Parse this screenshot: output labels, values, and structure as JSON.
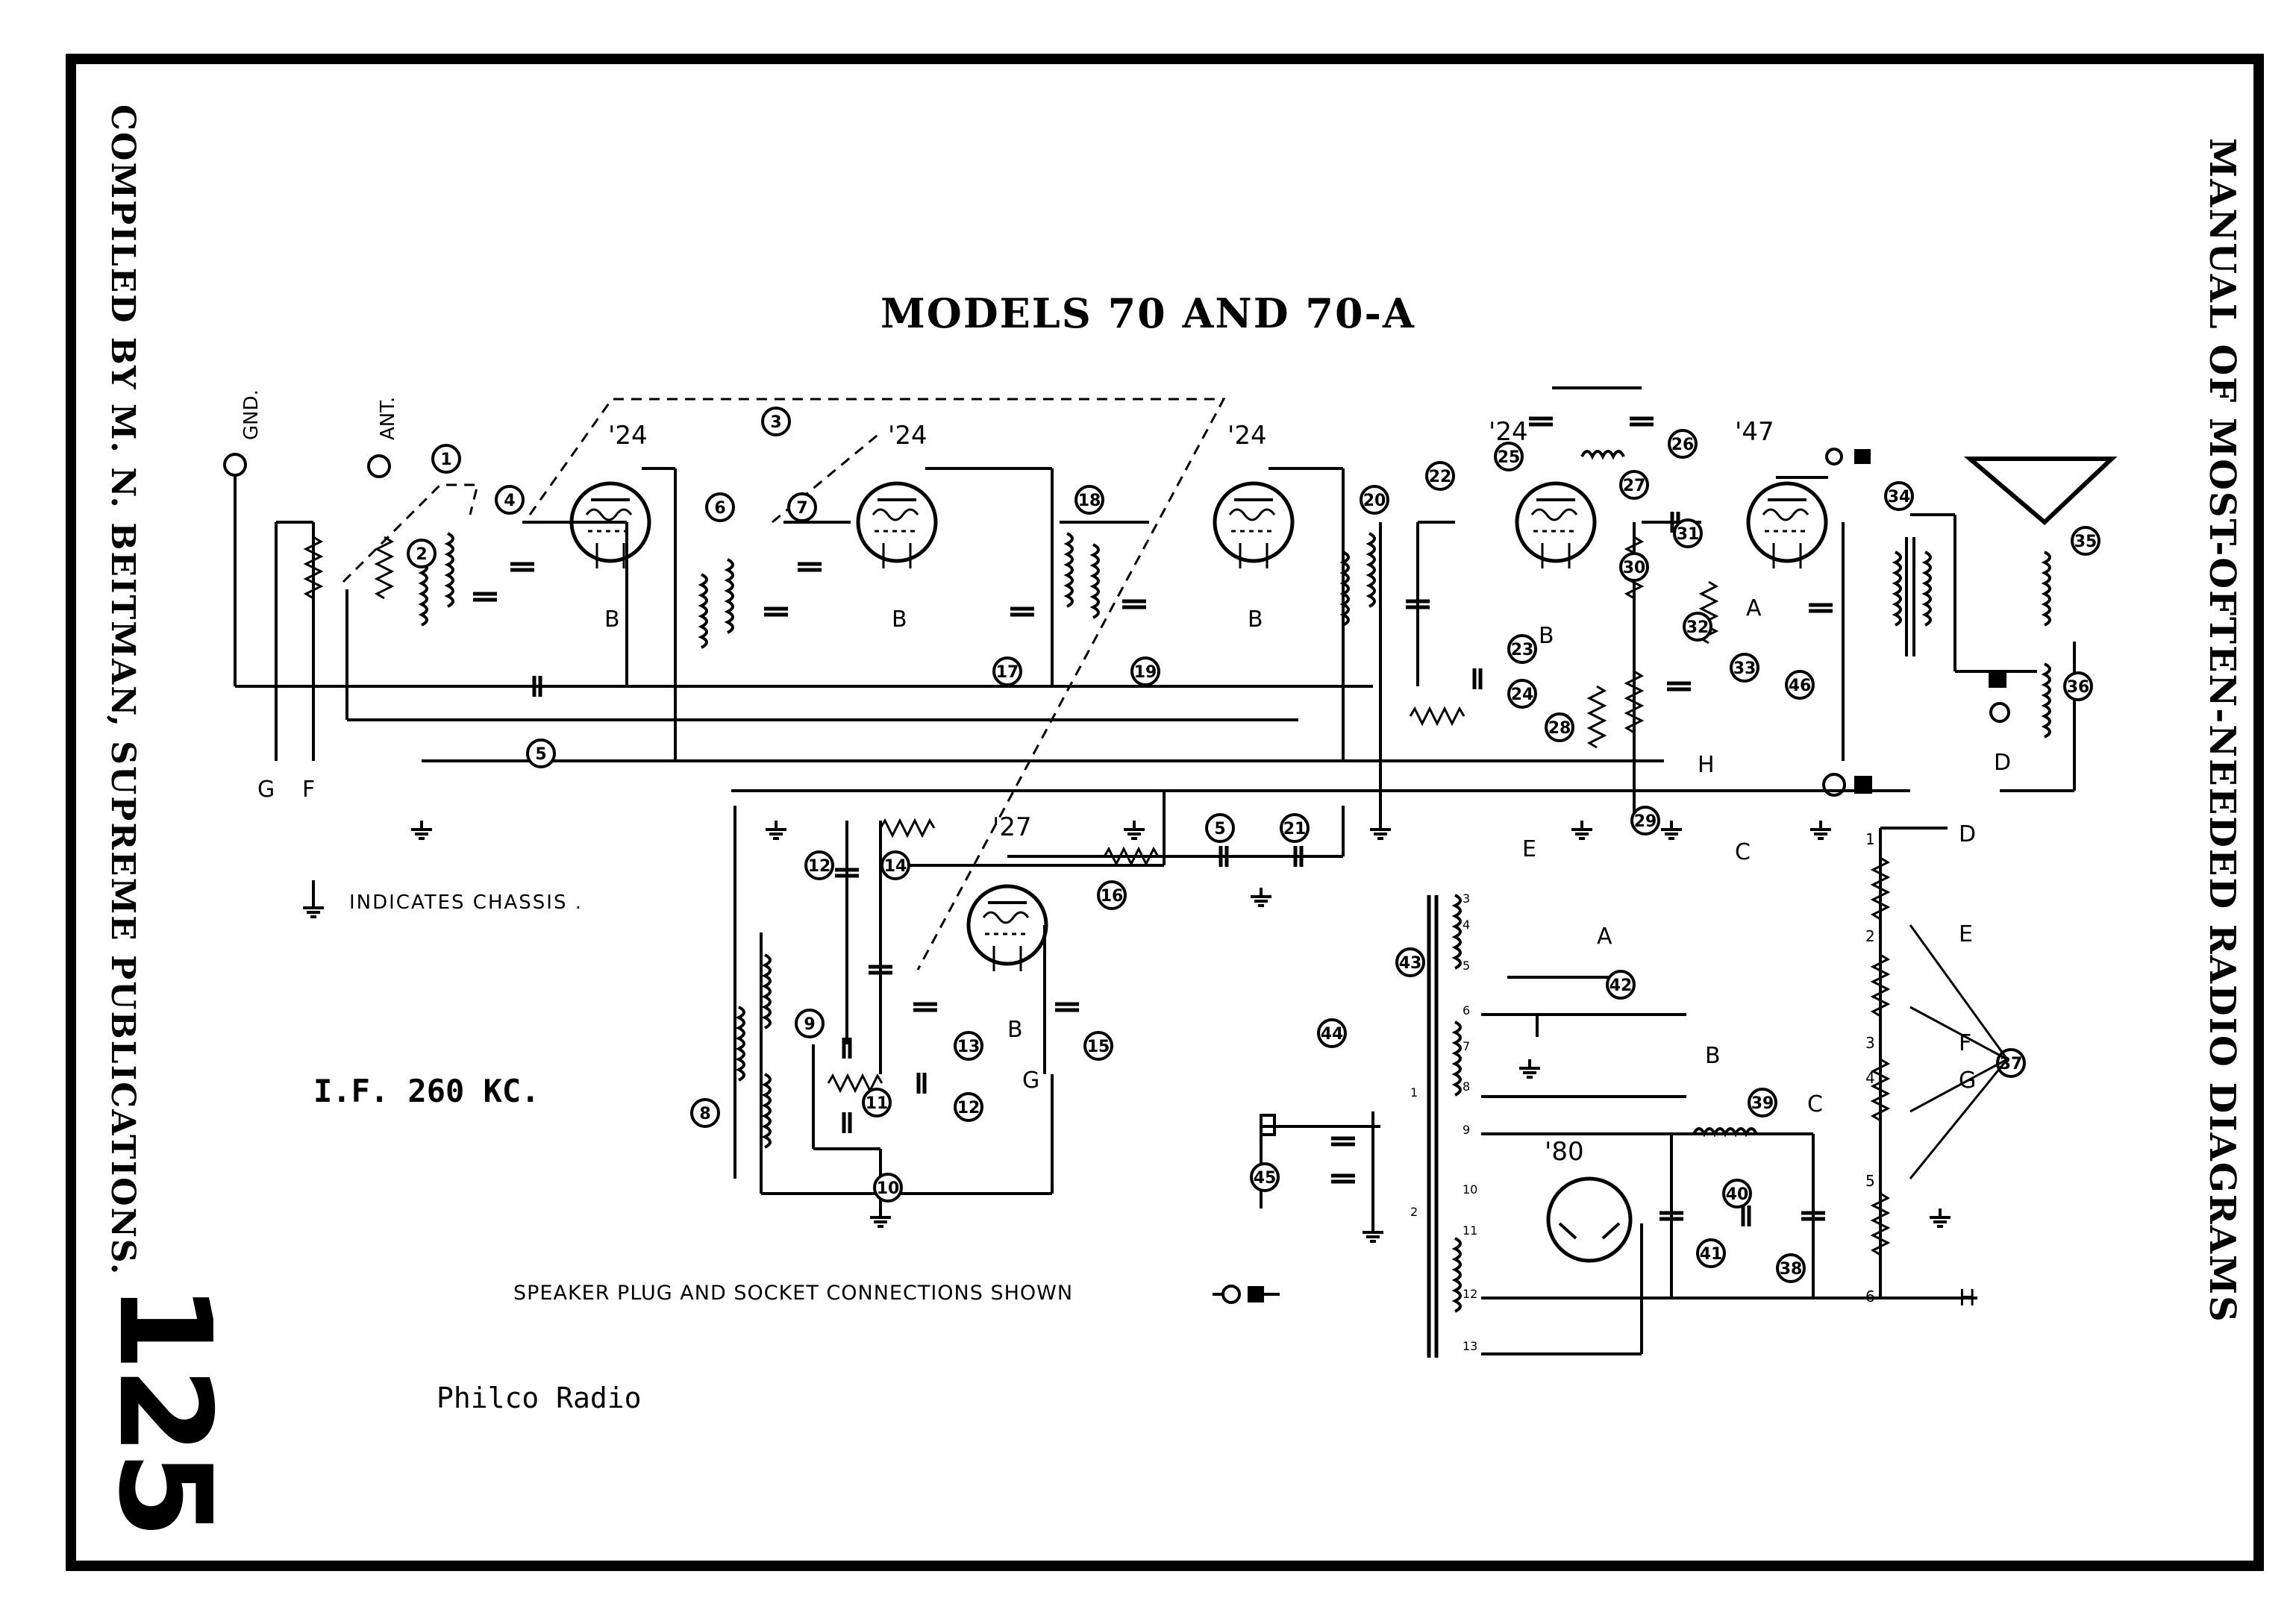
{
  "title": "MODELS 70 AND 70-A",
  "side_left": "COMPILED BY M. N. BEITMAN, SUPREME PUBLICATIONS.",
  "side_right": "MANUAL OF MOST-OFTEN-NEEDED RADIO DIAGRAMS",
  "page_number": "125",
  "legend_text": "INDICATES CHASSIS .",
  "if_text": "I.F. 260 KC.",
  "speaker_text": "SPEAKER PLUG AND SOCKET CONNECTIONS SHOWN",
  "caption": "Philco Radio",
  "terminals": {
    "gnd": "GND.",
    "ant": "ANT."
  },
  "tubes": {
    "t1": "'24",
    "t2": "'24",
    "t3": "'24",
    "t4": "'24",
    "t5": "'47",
    "t6": "'27",
    "t7": "'80"
  },
  "tube_supply": {
    "t1": "B",
    "t2": "B",
    "t3": "B",
    "t4": "B",
    "t5": "A",
    "t6": "B"
  },
  "bottom_letters": {
    "g": "G",
    "f": "F",
    "e": "E",
    "h": "H",
    "c": "C",
    "d": "D",
    "g2": "G"
  },
  "transformer_groups": {
    "a": "A",
    "b": "B",
    "c": "C"
  },
  "voltage_taps": [
    "D",
    "E",
    "F",
    "G",
    "H"
  ],
  "divider_numbers": [
    "1",
    "2",
    "3",
    "4",
    "5",
    "6"
  ],
  "transformer_pins": [
    "3",
    "4",
    "5",
    "6",
    "7",
    "8",
    "1",
    "9",
    "10",
    "2",
    "11",
    "12",
    "13"
  ],
  "callouts": [
    "1",
    "2",
    "3",
    "4",
    "5",
    "6",
    "7",
    "18",
    "17",
    "19",
    "20",
    "22",
    "23",
    "24",
    "25",
    "26",
    "27",
    "28",
    "29",
    "30",
    "31",
    "32",
    "33",
    "34",
    "35",
    "36",
    "37",
    "38",
    "39",
    "40",
    "41",
    "42",
    "43",
    "44",
    "45",
    "46",
    "5",
    "21",
    "12",
    "14",
    "16",
    "8",
    "9",
    "10",
    "11",
    "12",
    "13",
    "15"
  ]
}
